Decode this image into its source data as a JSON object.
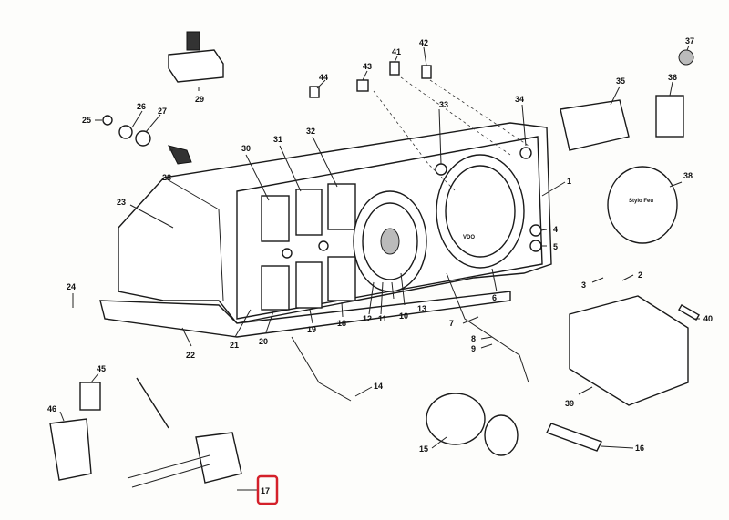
{
  "callouts": {
    "c1": "1",
    "c2": "2",
    "c3": "3",
    "c4": "4",
    "c5": "5",
    "c6": "6",
    "c7": "7",
    "c8": "8",
    "c9": "9",
    "c10": "10",
    "c11": "11",
    "c12": "12",
    "c13": "13",
    "c14": "14",
    "c15": "15",
    "c16": "16",
    "c17": "17",
    "c18": "18",
    "c19": "19",
    "c20": "20",
    "c21": "21",
    "c22": "22",
    "c23": "23",
    "c24": "24",
    "c25": "25",
    "c26": "26",
    "c27": "27",
    "c28": "28",
    "c29": "29",
    "c30": "30",
    "c31": "31",
    "c32": "32",
    "c33": "33",
    "c34": "34",
    "c35": "35",
    "c36": "36",
    "c37": "37",
    "c38": "38",
    "c39": "39",
    "c40": "40",
    "c41": "41",
    "c42": "42",
    "c43": "43",
    "c44": "44",
    "c45": "45",
    "c46": "46"
  },
  "highlight": {
    "label": "17",
    "color": "#d4202a"
  },
  "gauge_text": {
    "speedo_brand": "VDO",
    "tacho_brand": "Stylo Feu"
  }
}
